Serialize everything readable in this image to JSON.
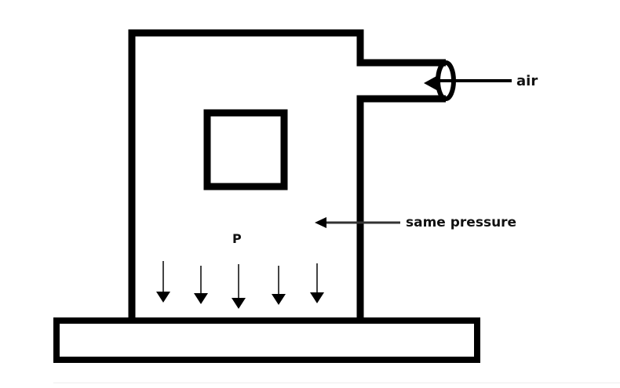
{
  "diagram": {
    "title": "Air supplied chamber with uniform pressure",
    "labels": {
      "inlet": "air",
      "pressure_note": "same pressure",
      "pressure_symbol": "P"
    },
    "pressure_arrow_count": 5,
    "colors": {
      "stroke": "#000000",
      "thin_arrow": "#444444",
      "text": "#111111",
      "background": "#ffffff"
    }
  }
}
